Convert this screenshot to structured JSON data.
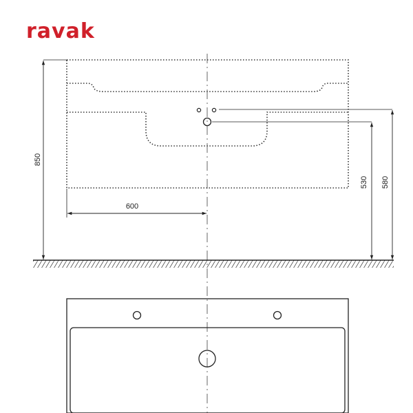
{
  "brand": {
    "logo_text": "ravak",
    "color": "#d0202a"
  },
  "dimensions": {
    "total_height": "850",
    "drain_height": "530",
    "tap_hole_height": "580",
    "half_width": "600"
  },
  "colors": {
    "line": "#222222",
    "dotted": "#333333"
  }
}
